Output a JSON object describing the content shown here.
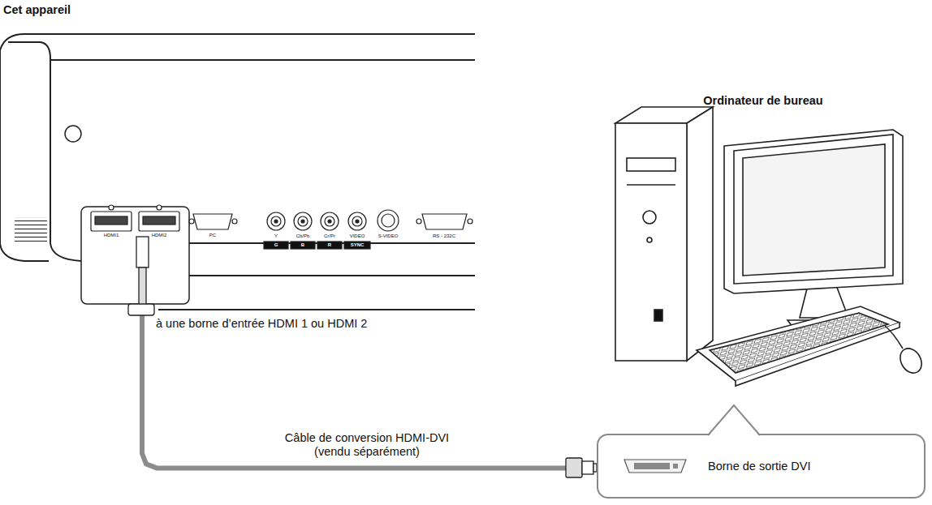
{
  "diagram": {
    "nodes": [
      {
        "text": [
          "Cet appareil"
        ]
      },
      {
        "text": [
          "Ordinateur de bureau"
        ]
      },
      {
        "text": [
          "Borne de sortie DVI"
        ]
      }
    ],
    "edges": [
      {
        "from": 0,
        "to": 2,
        "arrow": "none",
        "label": "Câble de conversion HDMI-DVI (vendu séparément)"
      }
    ],
    "labels": [
      "à une borne d’entrée HDMI 1 ou HDMI 2",
      "HDMI1",
      "HDMI2",
      "PC",
      "Y",
      "Cb/Pb",
      "Cr/Pr",
      "VIDEO",
      "G",
      "B",
      "R",
      "SYNC",
      "S-VIDEO",
      "RS - 232C"
    ]
  }
}
